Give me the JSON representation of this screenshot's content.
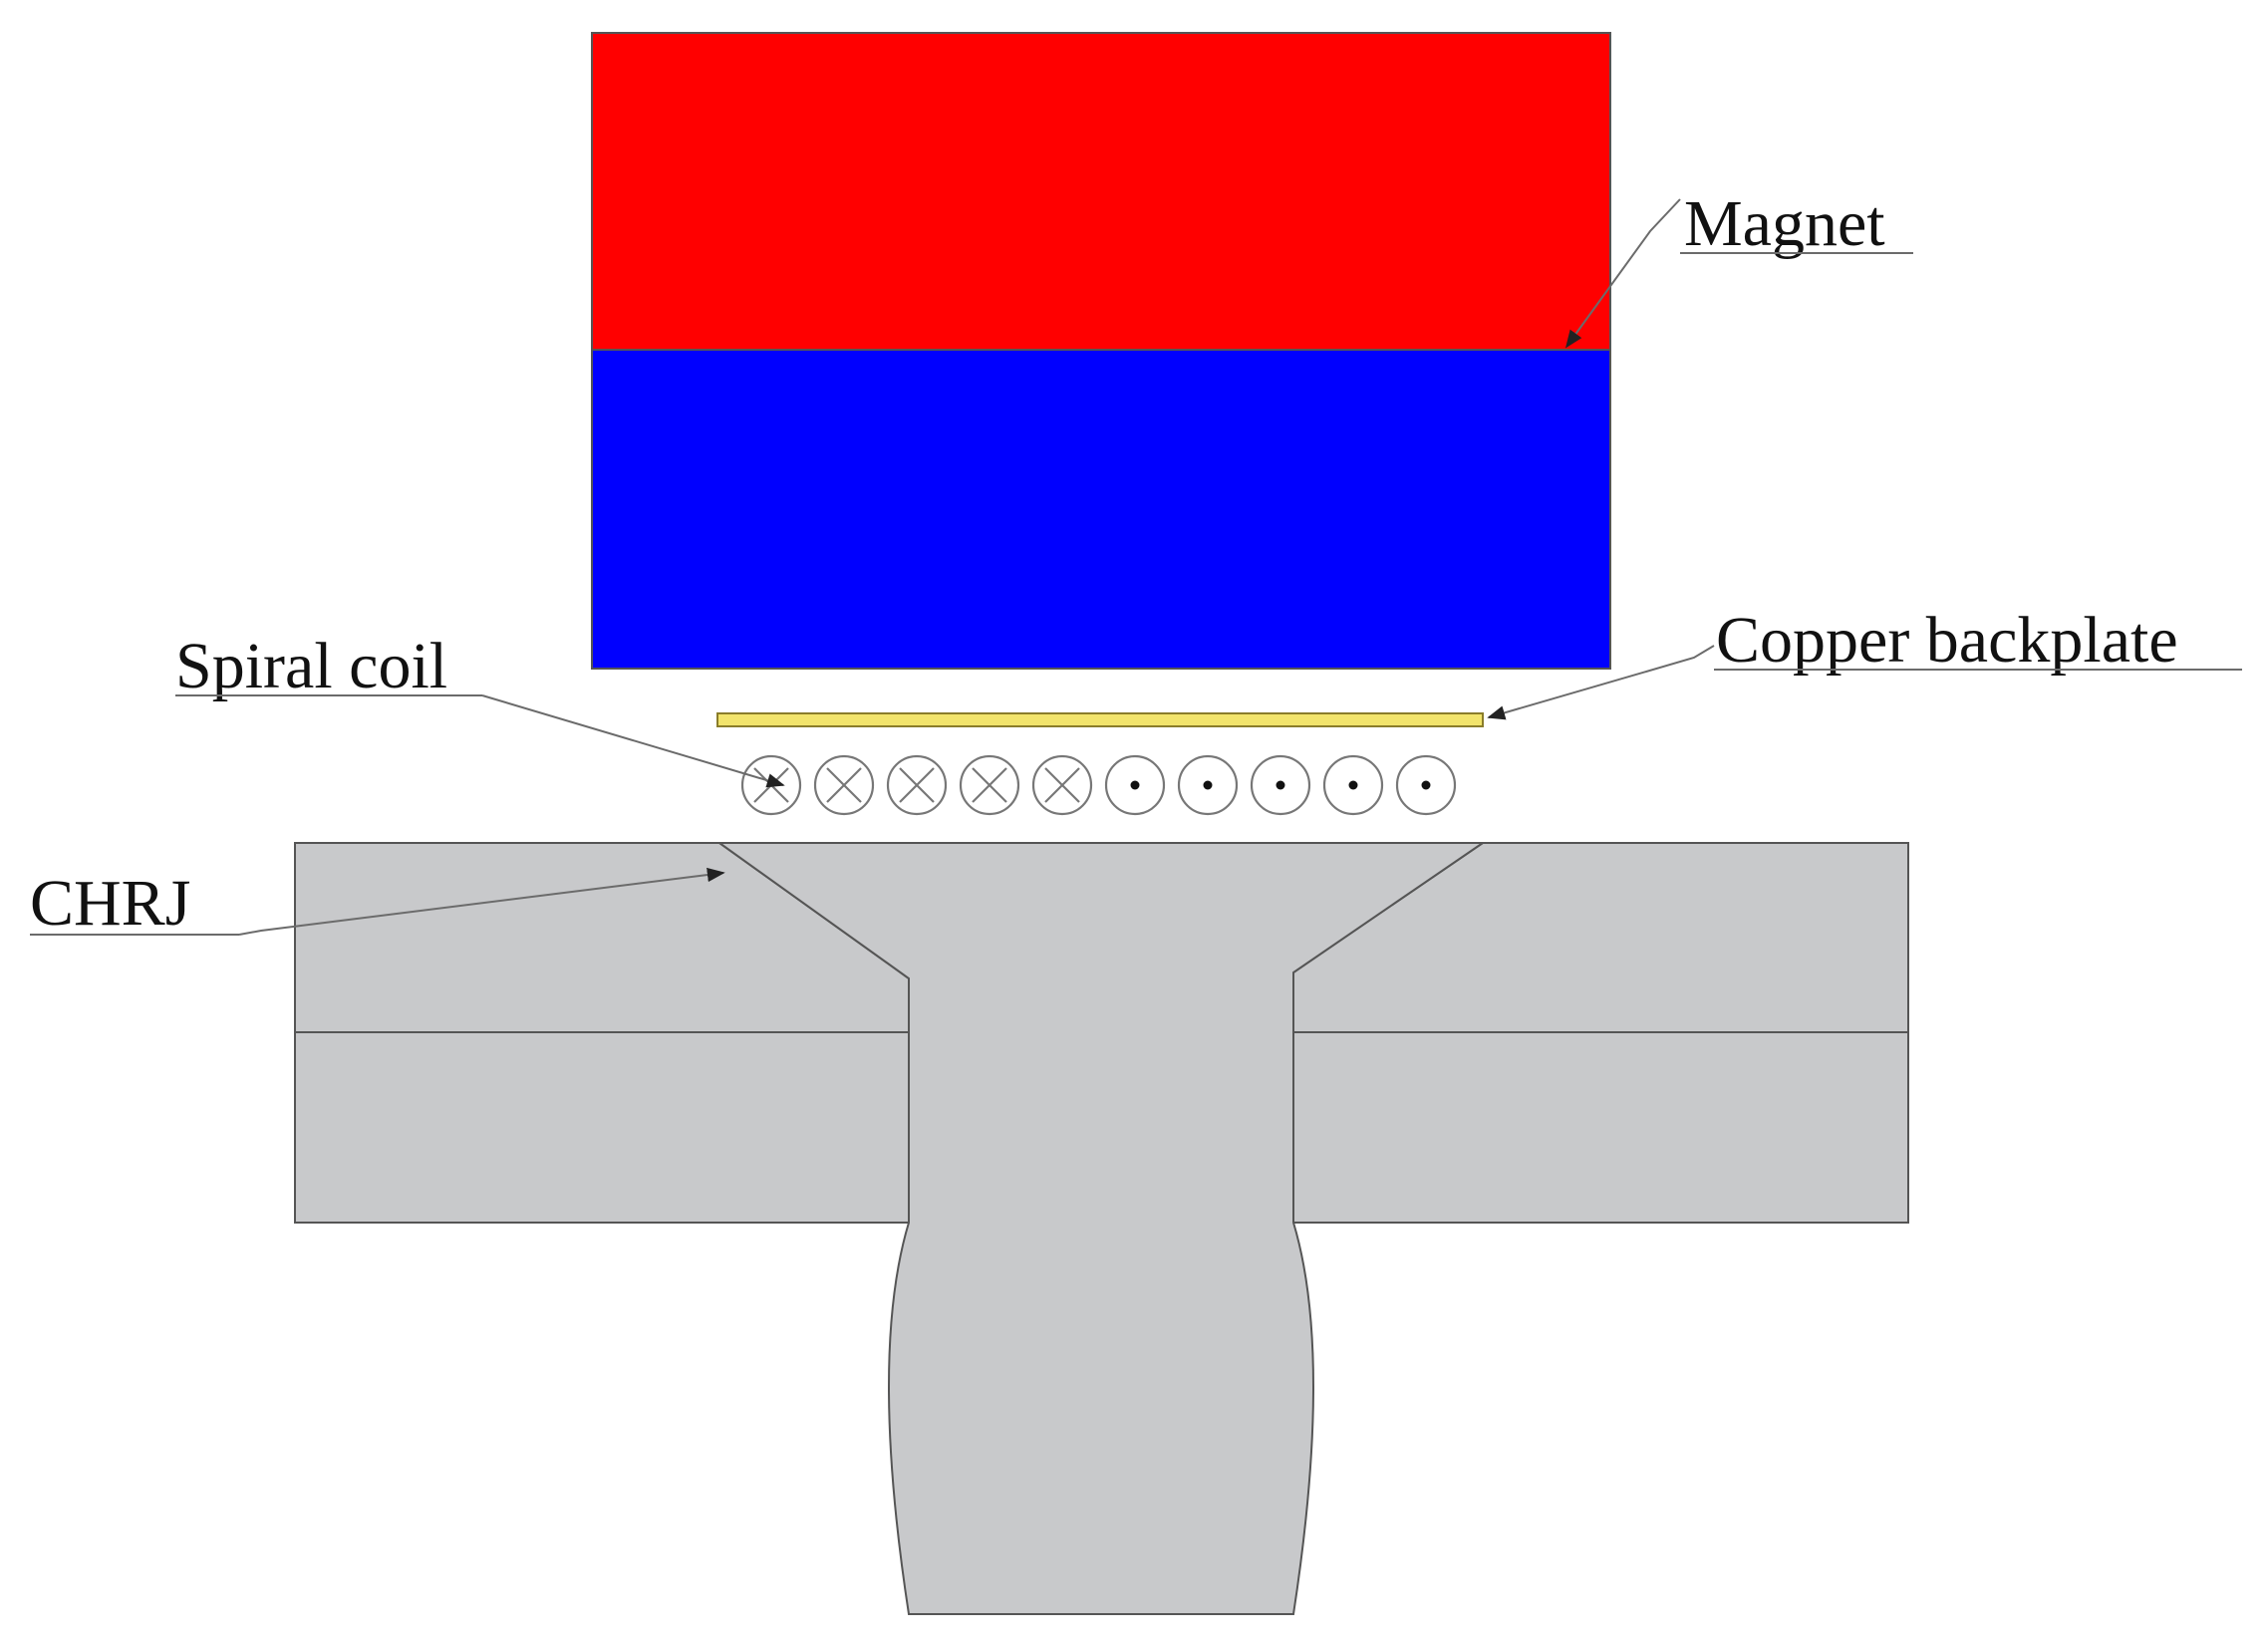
{
  "labels": {
    "magnet": "Magnet",
    "copper_backplate": "Copper backplate",
    "spiral_coil": "Spiral coil",
    "chrj": "CHRJ"
  },
  "colors": {
    "magnet_north": "#ff0000",
    "magnet_south": "#0000ff",
    "copper_backplate": "#f2e46c",
    "joint_plates": "#c8c9cb",
    "rivet": "#c8c9cb",
    "outline": "#555555"
  },
  "coil": {
    "turns_into_page": 5,
    "turns_out_of_page": 5
  }
}
